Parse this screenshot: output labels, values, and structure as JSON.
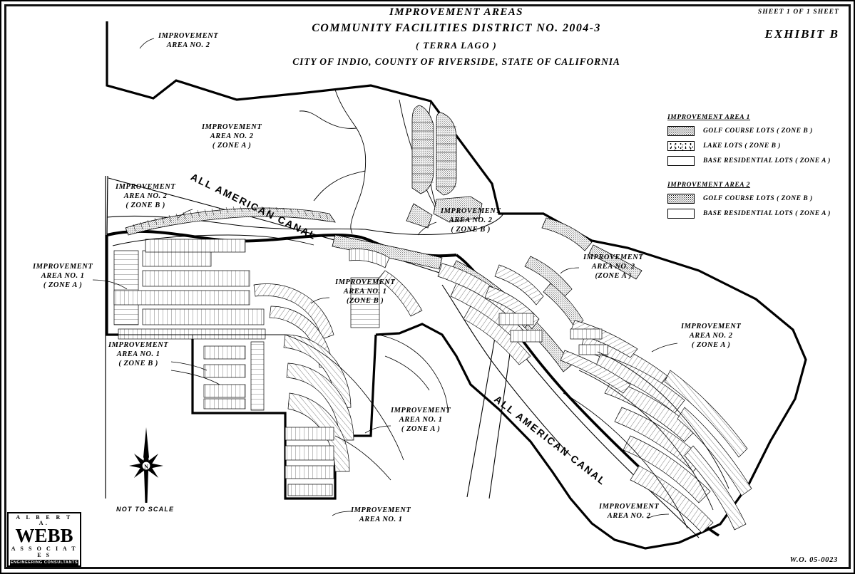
{
  "sheet": {
    "sheet_note": "SHEET  1  OF  1  SHEET",
    "exhibit": "EXHIBIT  B",
    "work_order": "W.O.  05-0023"
  },
  "title": {
    "line1": "IMPROVEMENT  AREAS",
    "line2": "COMMUNITY  FACILITIES  DISTRICT  NO. 2004-3",
    "line3": "( TERRA  LAGO )",
    "line4": "CITY OF INDIO,  COUNTY OF RIVERSIDE,  STATE OF CALIFORNIA"
  },
  "legend": {
    "groups": [
      {
        "title": "IMPROVEMENT AREA 1",
        "rows": [
          {
            "pattern": "golf",
            "label": "GOLF COURSE LOTS  ( ZONE B )"
          },
          {
            "pattern": "lake",
            "label": "LAKE LOTS  ( ZONE B )"
          },
          {
            "pattern": "base",
            "label": "BASE RESIDENTIAL LOTS  ( ZONE A )"
          }
        ]
      },
      {
        "title": "IMPROVEMENT AREA 2",
        "rows": [
          {
            "pattern": "golf",
            "label": "GOLF COURSE LOTS  ( ZONE B )"
          },
          {
            "pattern": "base",
            "label": "BASE RESIDENTIAL LOTS  ( ZONE A )"
          }
        ]
      }
    ]
  },
  "map_labels": [
    {
      "id": "ia2-top",
      "l1": "IMPROVEMENT",
      "l2": "AREA NO. 2",
      "l3": ""
    },
    {
      "id": "ia2-zonea-nw",
      "l1": "IMPROVEMENT",
      "l2": "AREA NO. 2",
      "l3": "( ZONE A )"
    },
    {
      "id": "ia2-zoneb-w",
      "l1": "IMPROVEMENT",
      "l2": "AREA NO. 2",
      "l3": "( ZONE B )"
    },
    {
      "id": "ia1-zonea-w",
      "l1": "IMPROVEMENT",
      "l2": "AREA NO. 1",
      "l3": "( ZONE A )"
    },
    {
      "id": "ia1-zoneb-w",
      "l1": "IMPROVEMENT",
      "l2": "AREA NO. 1",
      "l3": "( ZONE B )"
    },
    {
      "id": "ia2-zoneb-c",
      "l1": "IMPROVEMENT",
      "l2": "AREA NO. 2",
      "l3": "( ZONE B )"
    },
    {
      "id": "ia1-zoneb-c",
      "l1": "IMPROVEMENT",
      "l2": "AREA NO. 1",
      "l3": "(ZONE B )"
    },
    {
      "id": "ia2-zonea-ne",
      "l1": "IMPROVEMENT",
      "l2": "AREA NO. 2",
      "l3": "(ZONE A )"
    },
    {
      "id": "ia2-zonea-e",
      "l1": "IMPROVEMENT",
      "l2": "AREA NO. 2",
      "l3": "( ZONE A )"
    },
    {
      "id": "ia1-zonea-s",
      "l1": "IMPROVEMENT",
      "l2": "AREA NO. 1",
      "l3": "( ZONE A )"
    },
    {
      "id": "ia1-s",
      "l1": "IMPROVEMENT",
      "l2": "AREA NO. 1",
      "l3": ""
    },
    {
      "id": "ia2-se",
      "l1": "IMPROVEMENT",
      "l2": "AREA NO. 2",
      "l3": ""
    }
  ],
  "canal_labels": [
    {
      "id": "canal-nw",
      "text": "ALL AMERICAN CANAL"
    },
    {
      "id": "canal-se",
      "text": "ALL AMERICAN CANAL"
    }
  ],
  "north_arrow": {
    "icon": "north-arrow-icon",
    "scale_note": "NOT TO SCALE"
  },
  "logo": {
    "line1": "A L B E R T   A.",
    "line2": "WEBB",
    "line3": "A S S O C I A T E S",
    "line4": "ENGINEERING  CONSULTANTS"
  },
  "colors": {
    "ink": "#000000",
    "paper": "#ffffff"
  }
}
